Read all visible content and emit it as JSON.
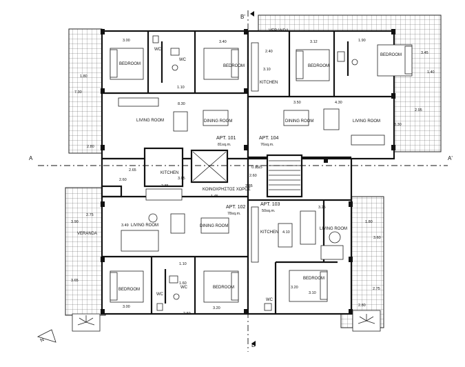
{
  "section_markers": {
    "a_left": "A",
    "a_right": "A'",
    "b_top": "B'",
    "b_bottom": "B"
  },
  "apartments": [
    {
      "id": "apt101",
      "name": "APT. 101",
      "area": "81sq.m."
    },
    {
      "id": "apt104",
      "name": "APT. 104",
      "area": "76sq.m."
    },
    {
      "id": "apt102",
      "name": "APT. 102",
      "area": "78sq.m."
    },
    {
      "id": "apt103",
      "name": "APT. 103",
      "area": "50sq.m."
    }
  ],
  "rooms": {
    "veranda_top": "VERANDA",
    "veranda_left": "VERANDA",
    "bedroom_tl1": "BEDROOM",
    "bedroom_tl2": "BEDROOM",
    "bedroom_tr1": "BEDROOM",
    "bedroom_tr2": "BEDROOM",
    "bedroom_bl1": "BEDROOM",
    "bedroom_bl2": "BEDROOM",
    "bedroom_br": "BEDROOM",
    "wc_tl": "WC",
    "wc_tl2": "WC",
    "wc_bl": "WC",
    "wc_bl2": "WC",
    "wc_br": "WC",
    "kitchen_tc": "KITCHEN",
    "kitchen_left": "KITCHEN",
    "kitchen_br": "KITCHEN",
    "living_tl": "LIVING ROOM",
    "dining_tl": "DINING ROOM",
    "dining_tr": "DINING ROOM",
    "living_tr": "LIVING ROOM",
    "living_bl": "LIVING ROOM",
    "dining_bl": "DINING ROOM",
    "living_br": "LIVING ROOM",
    "common": "ΚΟΙΝΟΧΡΗΣΤΟΣ ΧΩΡΟΣ"
  },
  "dims": {
    "d300a": "3.00",
    "d340": "3.40",
    "d180": "1.80",
    "d730": "7.30",
    "d280": "2.80",
    "d110": "1.10",
    "d830": "8.30",
    "d350": "3.50",
    "d430": "4.30",
    "d240": "2.40",
    "d310": "3.10",
    "d345": "3.45",
    "d140": "1.40",
    "d295": "2.95",
    "d330": "3.30",
    "d265": "2.65",
    "d260a": "2.60",
    "d305": "3.05",
    "d260b": "2.60",
    "d285a": "2.85",
    "d285b": "2.85",
    "d145": "1.45",
    "d075": "0.75",
    "d315": "3.15",
    "d275": "2.75",
    "d390": "3.90",
    "d325": "3.25",
    "d410": "4.10",
    "d349": "3.49",
    "d360": "3.60",
    "d365": "3.65",
    "d160": "1.60",
    "d320": "3.20",
    "d110b": "1.10",
    "d300b": "3.00",
    "d275b": "2.75",
    "d310b": "3.10",
    "d280b": "2.80",
    "d250": "2.50",
    "d320b": "3.20",
    "d312": "3.12",
    "d190": "1.90"
  }
}
